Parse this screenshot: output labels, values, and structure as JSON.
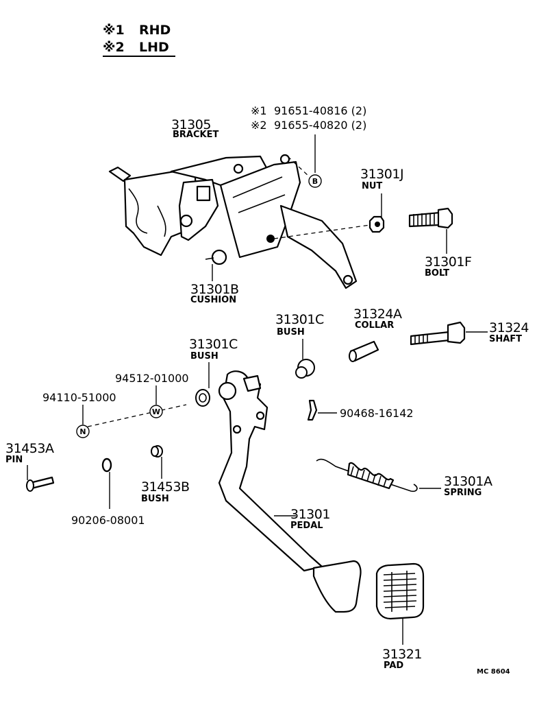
{
  "legend": {
    "items": [
      {
        "mark": "※1",
        "text": "RHD"
      },
      {
        "mark": "※2",
        "text": "LHD"
      }
    ]
  },
  "callouts": {
    "bracket": {
      "number": "31305",
      "name": "BRACKET"
    },
    "bolt_rhd": {
      "mark": "※1",
      "number": "91651-40816 (2)"
    },
    "bolt_lhd": {
      "mark": "※2",
      "number": "91655-40820 (2)"
    },
    "ref_b": "B",
    "nut": {
      "number": "31301J",
      "name": "NUT"
    },
    "bolt": {
      "number": "31301F",
      "name": "BOLT"
    },
    "cushion": {
      "number": "31301B",
      "name": "CUSHION"
    },
    "bush_upper": {
      "number": "31301C",
      "name": "BUSH"
    },
    "collar": {
      "number": "31324A",
      "name": "COLLAR"
    },
    "shaft": {
      "number": "31324",
      "name": "SHAFT"
    },
    "bush_left": {
      "number": "31301C",
      "name": "BUSH"
    },
    "washer": {
      "number": "94512-01000"
    },
    "ref_w": "W",
    "nut_n": {
      "number": "94110-51000"
    },
    "ref_n": "N",
    "clip": {
      "number": "90468-16142"
    },
    "pin": {
      "number": "31453A",
      "name": "PIN"
    },
    "bush_small": {
      "number": "31453B",
      "name": "BUSH"
    },
    "ring": {
      "number": "90206-08001"
    },
    "spring": {
      "number": "31301A",
      "name": "SPRING"
    },
    "pedal": {
      "number": "31301",
      "name": "PEDAL"
    },
    "pad": {
      "number": "31321",
      "name": "PAD"
    }
  },
  "footer": {
    "code": "MC 8604"
  }
}
